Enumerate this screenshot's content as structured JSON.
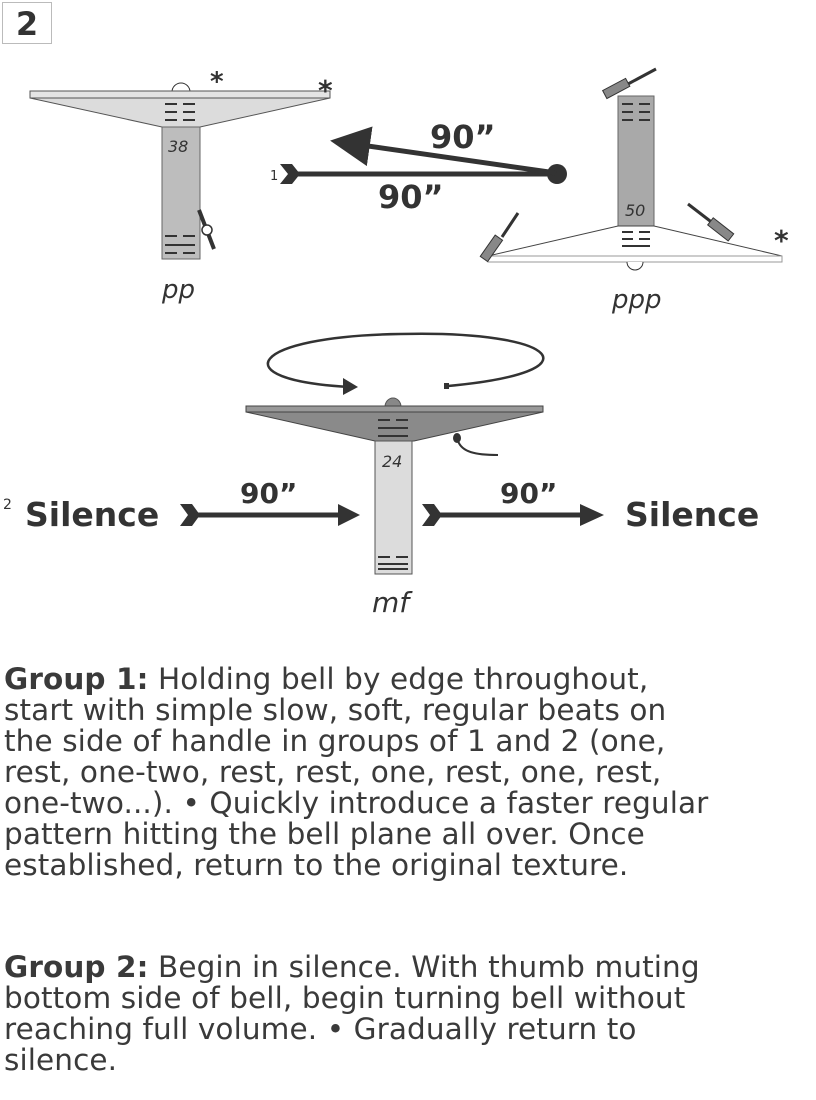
{
  "section_number": "2",
  "diagram": {
    "bell_top_left": {
      "number": "38",
      "dynamic": "pp"
    },
    "bell_top_right": {
      "number": "50",
      "dynamic": "ppp"
    },
    "bell_center": {
      "number": "24",
      "dynamic": "mf"
    },
    "upper_arrow_duration": "90”",
    "lower_arrow_duration": "90”",
    "group1_marker": "1",
    "group2_marker": "2",
    "left_silence": "Silence",
    "right_silence": "Silence",
    "left_duration": "90”",
    "right_duration": "90”",
    "asterisk": "*"
  },
  "instructions": {
    "group1": {
      "label": "Group 1:",
      "lines": [
        " Holding bell by edge throughout,",
        "start with simple slow, soft, regular beats on",
        "the side of handle in groups of 1 and 2 (one,",
        "rest, one-two, rest, rest, one, rest, one, rest,",
        "one-two...). • Quickly introduce a faster regular",
        "pattern hitting the bell plane all over. Once",
        "established, return to the original texture."
      ]
    },
    "group2": {
      "label": "Group 2:",
      "lines": [
        " Begin in silence. With thumb muting",
        "bottom side of bell, begin turning bell without",
        "reaching full volume. •   Gradually return to",
        "silence."
      ]
    }
  },
  "colors": {
    "dark": "#333333",
    "bell_light": "#dcdcdc",
    "handle": "#bdbdbd",
    "bell_dark": "#8a8a8a"
  }
}
